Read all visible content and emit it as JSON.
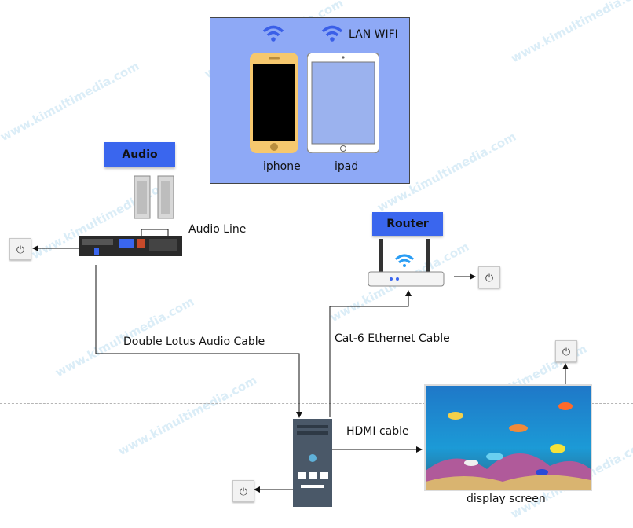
{
  "mobile": {
    "wifi_label": "LAN WIFI",
    "phone_label": "iphone",
    "tablet_label": "ipad"
  },
  "audio": {
    "badge": "Audio",
    "line_label": "Audio Line",
    "cable_label": "Double Lotus Audio Cable"
  },
  "router": {
    "badge": "Router",
    "cable_label": "Cat-6 Ethernet  Cable"
  },
  "player": {
    "hdmi_label": "HDMI cable"
  },
  "screen": {
    "label": "display screen"
  },
  "watermark": {
    "text": "www.kimultimedia.com"
  },
  "colors": {
    "mobile_box": "#8ea9f6",
    "badge": "#3a66ee",
    "wifi": "#3a5fe8"
  }
}
